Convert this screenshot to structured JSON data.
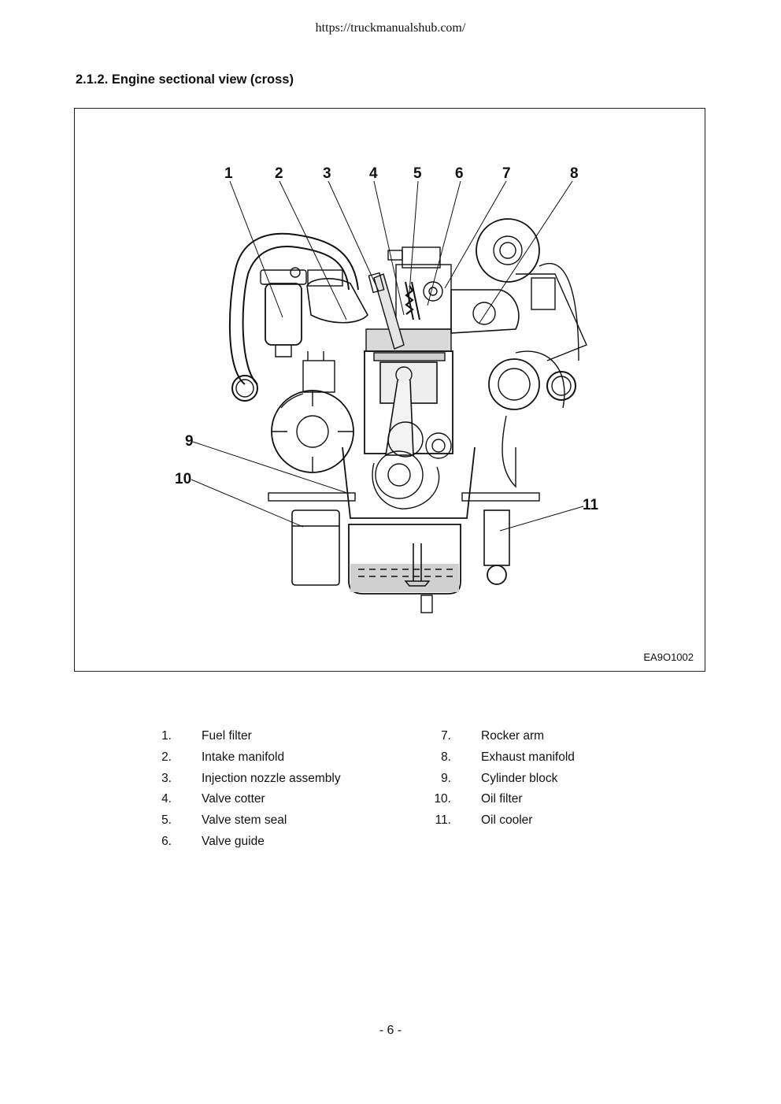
{
  "header": {
    "url": "https://truckmanualshub.com/"
  },
  "section": {
    "title": "2.1.2. Engine sectional view (cross)"
  },
  "figure": {
    "code": "EA9O1002",
    "callouts": [
      "1",
      "2",
      "3",
      "4",
      "5",
      "6",
      "7",
      "8",
      "9",
      "10",
      "11"
    ]
  },
  "legend": {
    "left": [
      {
        "num": "1.",
        "label": "Fuel filter"
      },
      {
        "num": "2.",
        "label": "Intake manifold"
      },
      {
        "num": "3.",
        "label": "Injection nozzle assembly"
      },
      {
        "num": "4.",
        "label": "Valve cotter"
      },
      {
        "num": "5.",
        "label": "Valve stem seal"
      },
      {
        "num": "6.",
        "label": "Valve guide"
      }
    ],
    "right": [
      {
        "num": "7.",
        "label": "Rocker arm"
      },
      {
        "num": "8.",
        "label": "Exhaust manifold"
      },
      {
        "num": "9.",
        "label": "Cylinder block"
      },
      {
        "num": "10.",
        "label": "Oil filter"
      },
      {
        "num": "11.",
        "label": "Oil cooler"
      }
    ]
  },
  "footer": {
    "page": "- 6 -"
  }
}
